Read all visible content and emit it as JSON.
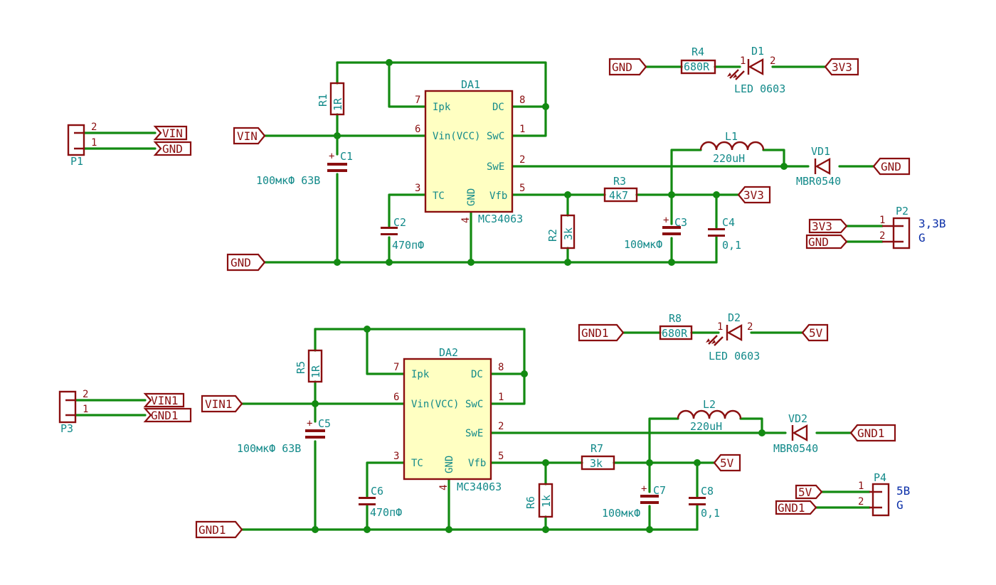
{
  "circuit_1": {
    "ic": {
      "ref": "DA1",
      "value": "MC34063",
      "pins": {
        "ipk": "Ipk",
        "vin": "Vin(VCC)",
        "dc": "DC",
        "swc": "SwC",
        "swe": "SwE",
        "tc": "TC",
        "vfb": "Vfb",
        "gnd": "GND"
      },
      "pin_numbers": {
        "p1": "1",
        "p2": "2",
        "p3": "3",
        "p4": "4",
        "p5": "5",
        "p6": "6",
        "p7": "7",
        "p8": "8"
      }
    },
    "r1": {
      "ref": "R1",
      "value": "1R"
    },
    "r2": {
      "ref": "R2",
      "value": "3k"
    },
    "r3": {
      "ref": "R3",
      "value": "4k7"
    },
    "r4": {
      "ref": "R4",
      "value": "680R"
    },
    "c1": {
      "ref": "C1",
      "value": "100мкФ 63В"
    },
    "c2": {
      "ref": "C2",
      "value": "470пФ"
    },
    "c3": {
      "ref": "C3",
      "value": "100мкФ"
    },
    "c4": {
      "ref": "C4",
      "value": "0,1"
    },
    "l1": {
      "ref": "L1",
      "value": "220uH"
    },
    "vd1": {
      "ref": "VD1",
      "value": "MBR0540"
    },
    "d1": {
      "ref": "D1",
      "value": "LED 0603",
      "pin1": "1",
      "pin2": "2"
    },
    "p1": {
      "ref": "P1",
      "pin1": "1",
      "pin2": "2"
    },
    "p2": {
      "ref": "P2",
      "pin1": "1",
      "pin2": "2",
      "note1": "3,3В",
      "note2": "G"
    },
    "nets": {
      "vin": "VIN",
      "gnd": "GND",
      "v_out": "3V3"
    }
  },
  "circuit_2": {
    "ic": {
      "ref": "DA2",
      "value": "MC34063",
      "pins": {
        "ipk": "Ipk",
        "vin": "Vin(VCC)",
        "dc": "DC",
        "swc": "SwC",
        "swe": "SwE",
        "tc": "TC",
        "vfb": "Vfb",
        "gnd": "GND"
      },
      "pin_numbers": {
        "p1": "1",
        "p2": "2",
        "p3": "3",
        "p4": "4",
        "p5": "5",
        "p6": "6",
        "p7": "7",
        "p8": "8"
      }
    },
    "r5": {
      "ref": "R5",
      "value": "1R"
    },
    "r6": {
      "ref": "R6",
      "value": "1k"
    },
    "r7": {
      "ref": "R7",
      "value": "3k"
    },
    "r8": {
      "ref": "R8",
      "value": "680R"
    },
    "c5": {
      "ref": "C5",
      "value": "100мкФ 63В"
    },
    "c6": {
      "ref": "C6",
      "value": "470пФ"
    },
    "c7": {
      "ref": "C7",
      "value": "100мкФ"
    },
    "c8": {
      "ref": "C8",
      "value": "0,1"
    },
    "l2": {
      "ref": "L2",
      "value": "220uH"
    },
    "vd2": {
      "ref": "VD2",
      "value": "MBR0540"
    },
    "d2": {
      "ref": "D2",
      "value": "LED 0603",
      "pin1": "1",
      "pin2": "2"
    },
    "p3": {
      "ref": "P3",
      "pin1": "1",
      "pin2": "2"
    },
    "p4": {
      "ref": "P4",
      "pin1": "1",
      "pin2": "2",
      "note1": "5В",
      "note2": "G"
    },
    "nets": {
      "vin": "VIN1",
      "gnd": "GND1",
      "v_out": "5V"
    }
  },
  "colors": {
    "wire": "#138a12",
    "component": "#8a0f10",
    "ref_text": "#138a8a",
    "ic_body": "#ffffc2",
    "note": "#0b2fa8"
  }
}
